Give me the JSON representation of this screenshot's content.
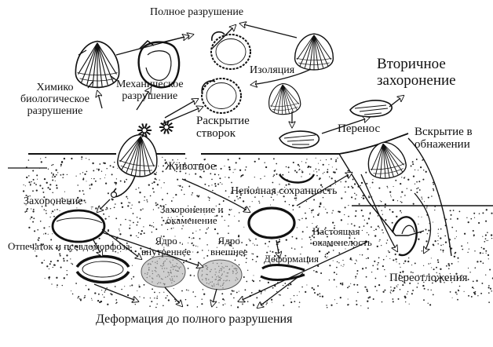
{
  "labels": {
    "full_destruction": "Полное разрушение",
    "chem_bio": [
      "Химико",
      "биологическое",
      "разрушение"
    ],
    "mechanical": [
      "Механическое",
      "разрушение"
    ],
    "isolation": "Изоляция",
    "opening": [
      "Раскрытие",
      "створок"
    ],
    "secondary_burial": [
      "Вторичное",
      "захоронение"
    ],
    "transfer": "Перенос",
    "exposure": [
      "Вскрытие в",
      "обнажении"
    ],
    "animal": "Животное",
    "incomplete": "Неполная сохранность",
    "burial": "Захоронение",
    "burial_petrif": [
      "Захоронение и",
      "окаменение"
    ],
    "imprint": "Отпечаток и псевдоморфоза",
    "inner_core": [
      "Ядро",
      "внутреннее"
    ],
    "outer_core": [
      "Ядро",
      "внешнее"
    ],
    "true_petrif": [
      "Настоящая",
      "окаменелость"
    ],
    "deformation": "Деформация",
    "redeposition": "Переотложения",
    "deform_full": "Деформация до полного разрушения"
  },
  "colors": {
    "ink": "#111111",
    "paper": "#ffffff"
  }
}
